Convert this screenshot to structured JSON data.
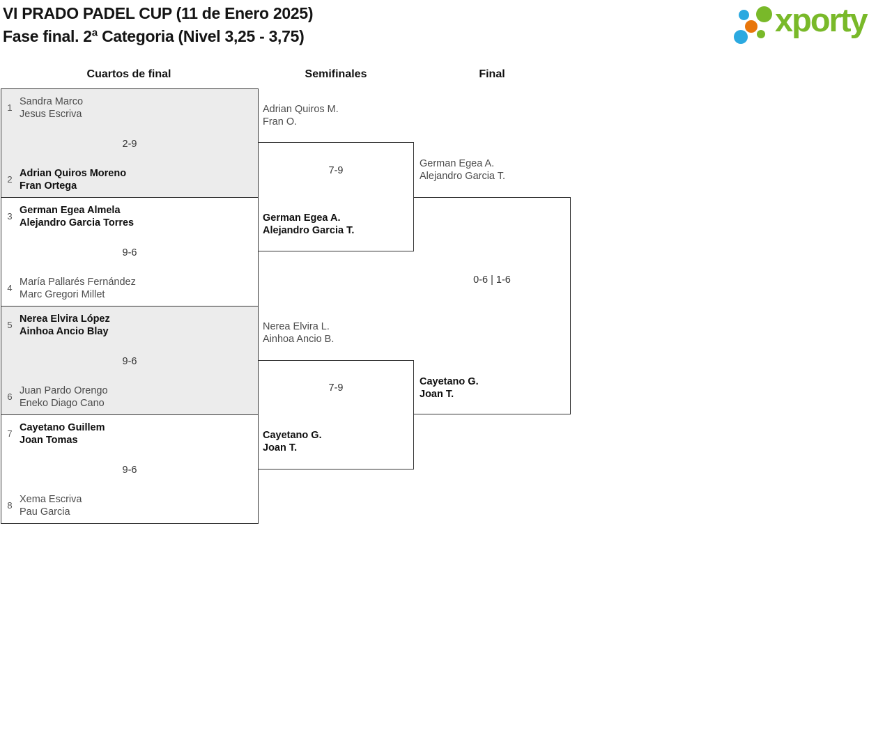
{
  "header": {
    "title": "VI PRADO PADEL CUP (11 de Enero 2025)",
    "subtitle": "Fase final. 2ª Categoria (Nivel 3,25 - 3,75)"
  },
  "logo": {
    "text": "xporty",
    "green": "#79b929",
    "blue": "#2ba9e0",
    "orange": "#e8760b"
  },
  "columns": [
    "Cuartos de final",
    "Semifinales",
    "Final"
  ],
  "colors": {
    "shaded_block": "#ececec",
    "border": "#333333",
    "winner_text": "#0f0f0f",
    "normal_text": "#4b4b4b"
  },
  "bracket": {
    "quarterfinals": [
      {
        "seed_a": "1",
        "team_a": [
          "Sandra Marco",
          "Jesus Escriva"
        ],
        "a_winner": false,
        "score": "2-9",
        "seed_b": "2",
        "team_b": [
          "Adrian Quiros Moreno",
          "Fran Ortega"
        ],
        "b_winner": true
      },
      {
        "seed_a": "3",
        "team_a": [
          "German Egea Almela",
          "Alejandro Garcia Torres"
        ],
        "a_winner": true,
        "score": "9-6",
        "seed_b": "4",
        "team_b": [
          "María Pallarés Fernández",
          "Marc Gregori Millet"
        ],
        "b_winner": false
      },
      {
        "seed_a": "5",
        "team_a": [
          "Nerea Elvira López",
          "Ainhoa Ancio Blay"
        ],
        "a_winner": true,
        "score": "9-6",
        "seed_b": "6",
        "team_b": [
          "Juan Pardo Orengo",
          "Eneko Diago Cano"
        ],
        "b_winner": false
      },
      {
        "seed_a": "7",
        "team_a": [
          "Cayetano Guillem",
          "Joan Tomas"
        ],
        "a_winner": true,
        "score": "9-6",
        "seed_b": "8",
        "team_b": [
          "Xema Escriva",
          "Pau Garcia"
        ],
        "b_winner": false
      }
    ],
    "semifinals": [
      {
        "team_a": [
          "Adrian Quiros M.",
          "Fran O."
        ],
        "a_winner": false,
        "score": "7-9",
        "team_b": [
          "German Egea A.",
          "Alejandro Garcia T."
        ],
        "b_winner": true
      },
      {
        "team_a": [
          "Nerea Elvira L.",
          "Ainhoa Ancio B."
        ],
        "a_winner": false,
        "score": "7-9",
        "team_b": [
          "Cayetano G.",
          "Joan T."
        ],
        "b_winner": true
      }
    ],
    "final": {
      "team_a": [
        "German Egea A.",
        "Alejandro Garcia T."
      ],
      "a_winner": false,
      "score": "0-6 | 1-6",
      "team_b": [
        "Cayetano G.",
        "Joan T."
      ],
      "b_winner": true
    }
  }
}
